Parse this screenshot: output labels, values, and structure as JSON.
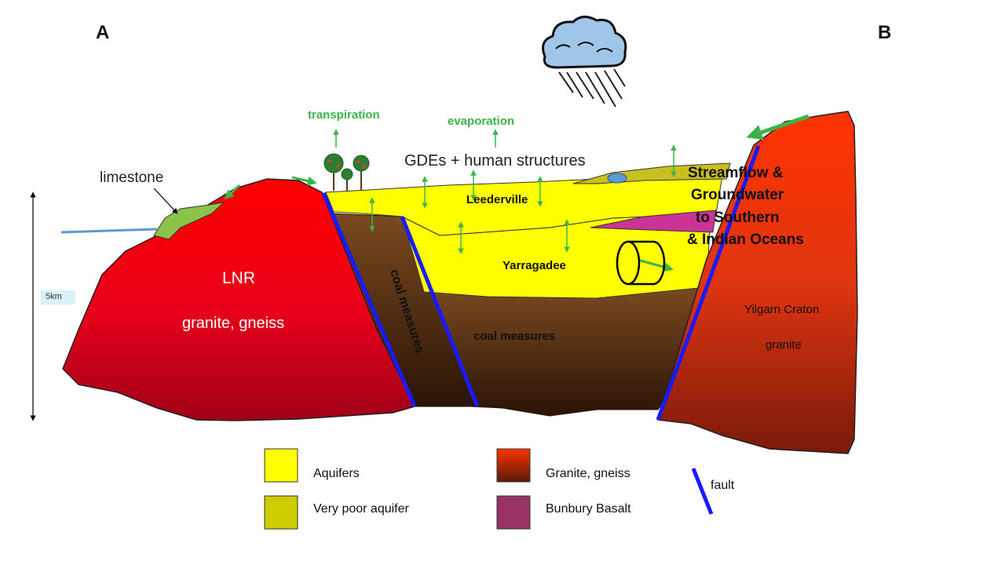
{
  "labels": {
    "corner_a": "A",
    "corner_b": "B",
    "transpiration": "transpiration",
    "evaporation": "evaporation",
    "gdes": "GDEs + human structures",
    "limestone": "limestone",
    "scale": "5km",
    "lnr": "LNR",
    "lnr_rock": "granite, gneiss",
    "coal_measures_tilted": "coal measures",
    "coal_measures": "coal measures",
    "leederville": "Leederville",
    "yarragadee": "Yarragadee",
    "yilgarn": "Yilgarn Craton",
    "yilgarn_rock": "granite",
    "streamflow_1": "Streamflow &",
    "streamflow_2": "Groundwater",
    "streamflow_3": "to Southern",
    "streamflow_4": "& Indian Oceans"
  },
  "legend": {
    "aquifers": {
      "label": "Aquifers",
      "color": "#ffff00"
    },
    "very_poor": {
      "label": "Very poor aquifer",
      "color": "#cccc00"
    },
    "granite": {
      "label": "Granite, gneiss",
      "color_top": "#ff3300",
      "color_bottom": "#5a1a0a"
    },
    "basalt": {
      "label": "Bunbury Basalt",
      "color": "#993366"
    },
    "fault": {
      "label": "fault",
      "color": "#1a1aff"
    }
  },
  "colors": {
    "granite_red": "#ff0000",
    "granite_dark": "#a00018",
    "coal_brown": "#4a2a10",
    "aquifer_yellow": "#ffff00",
    "poor_aquifer": "#c8c020",
    "limestone_green": "#8bc34a",
    "basalt_magenta": "#cc3399",
    "fault_blue": "#1a1aff",
    "arrow_green": "#3cb44b"
  }
}
